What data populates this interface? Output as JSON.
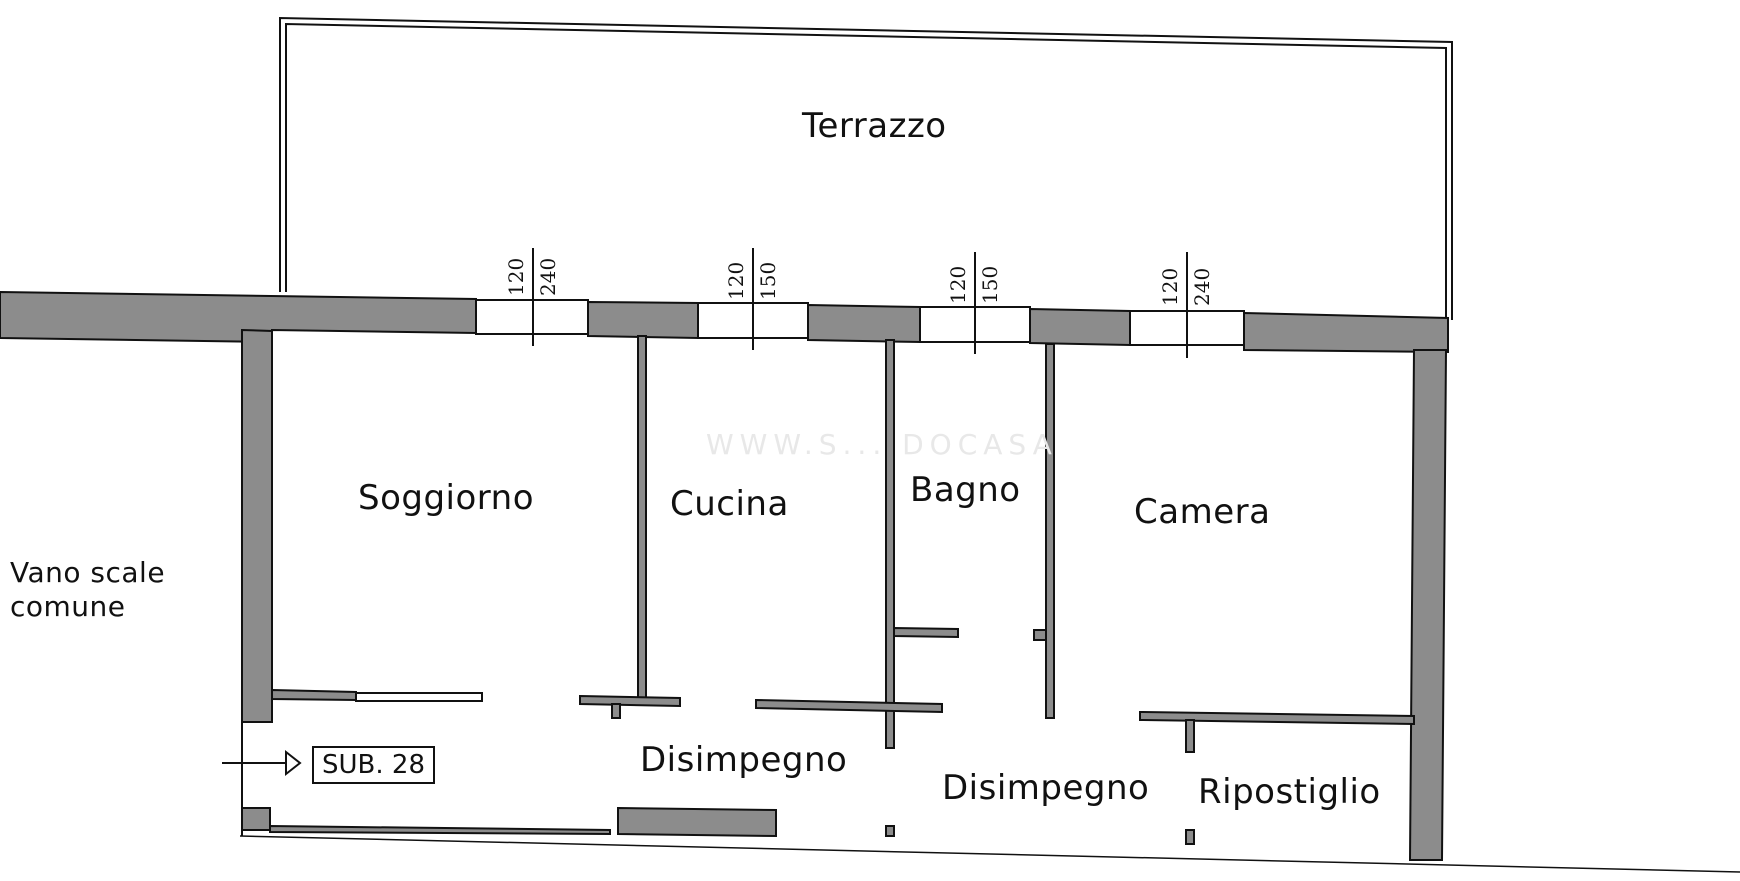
{
  "plan": {
    "rooms": [
      {
        "id": "terrazzo",
        "label": "Terrazzo"
      },
      {
        "id": "soggiorno",
        "label": "Soggiorno"
      },
      {
        "id": "cucina",
        "label": "Cucina"
      },
      {
        "id": "bagno",
        "label": "Bagno"
      },
      {
        "id": "camera",
        "label": "Camera"
      },
      {
        "id": "disimpegno1",
        "label": "Disimpegno"
      },
      {
        "id": "disimpegno2",
        "label": "Disimpegno"
      },
      {
        "id": "ripostiglio",
        "label": "Ripostiglio"
      },
      {
        "id": "vano_scale",
        "label": "Vano scale",
        "label2": "comune"
      }
    ],
    "windows": [
      {
        "width": "120",
        "height": "240"
      },
      {
        "width": "120",
        "height": "150"
      },
      {
        "width": "120",
        "height": "150"
      },
      {
        "width": "120",
        "height": "240"
      }
    ],
    "entrance_label": "SUB. 28",
    "watermark": "WWW.S... DOCASA"
  },
  "colors": {
    "wall_fill": "#8c8c8c",
    "line": "#111111",
    "background": "#ffffff"
  }
}
